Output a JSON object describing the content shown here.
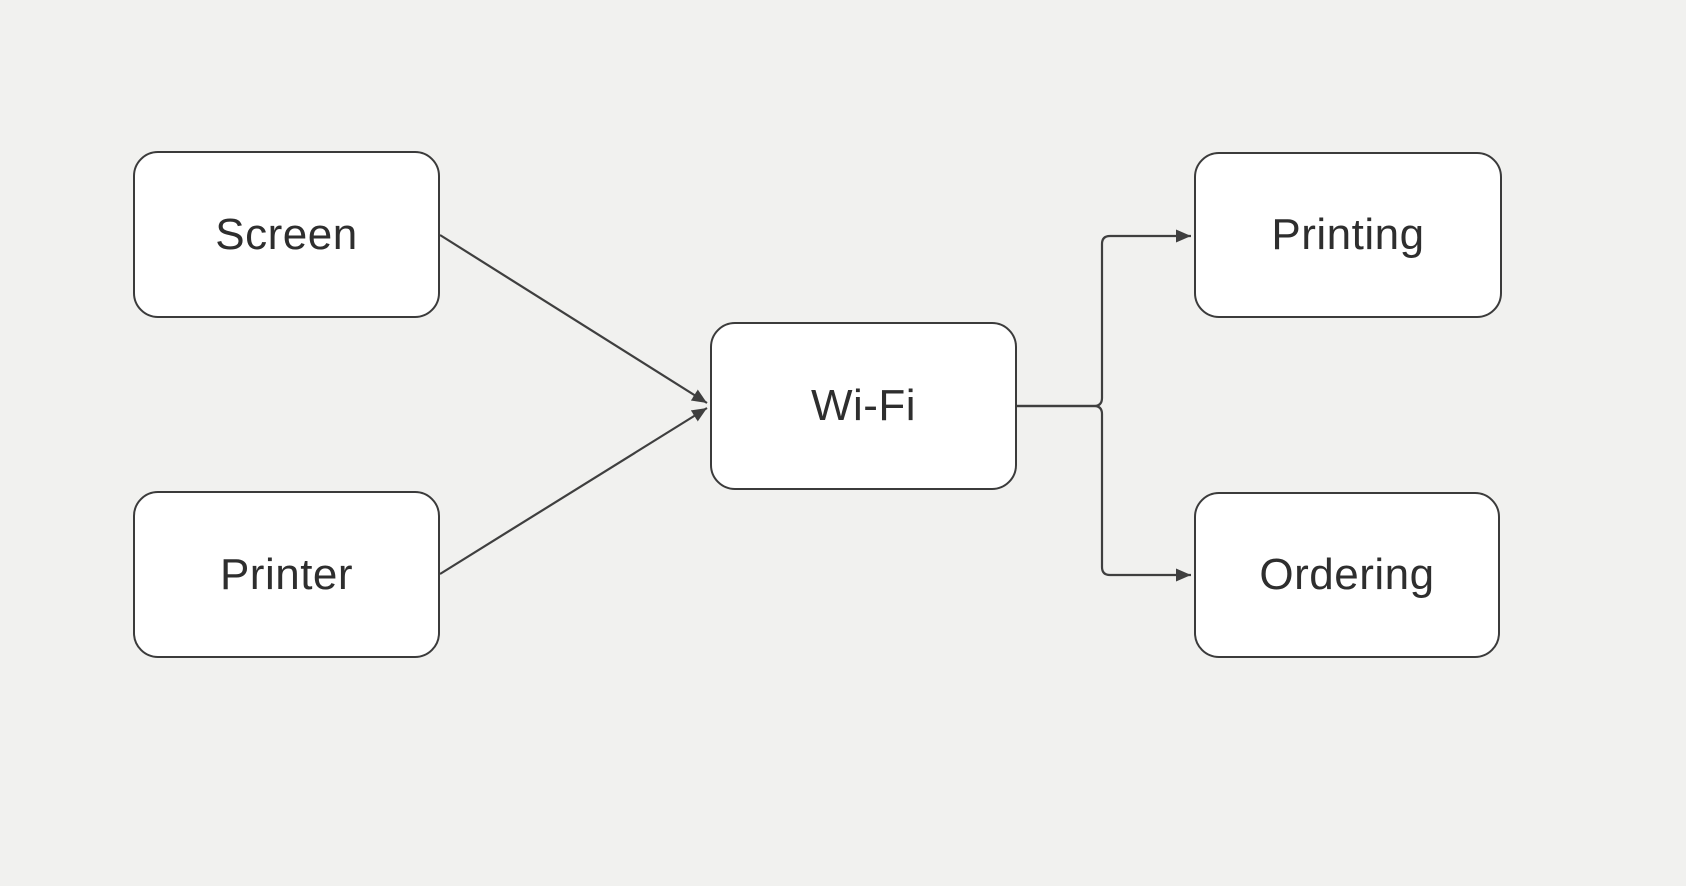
{
  "diagram": {
    "type": "flowchart",
    "background_color": "#f1f1ef",
    "node_fill_color": "#ffffff",
    "node_border_color": "#3b3b3b",
    "edge_color": "#3f3f3f",
    "text_color": "#2e2e2e",
    "nodes": [
      {
        "id": "screen",
        "label": "Screen"
      },
      {
        "id": "printer",
        "label": "Printer"
      },
      {
        "id": "wifi",
        "label": "Wi-Fi"
      },
      {
        "id": "printing",
        "label": "Printing"
      },
      {
        "id": "ordering",
        "label": "Ordering"
      }
    ],
    "edges": [
      {
        "from": "Screen",
        "to": "Wi-Fi",
        "style": "straight-arrow"
      },
      {
        "from": "Printer",
        "to": "Wi-Fi",
        "style": "straight-arrow"
      },
      {
        "from": "Wi-Fi",
        "to": "Printing",
        "style": "elbow-arrow"
      },
      {
        "from": "Wi-Fi",
        "to": "Ordering",
        "style": "elbow-arrow"
      }
    ]
  }
}
